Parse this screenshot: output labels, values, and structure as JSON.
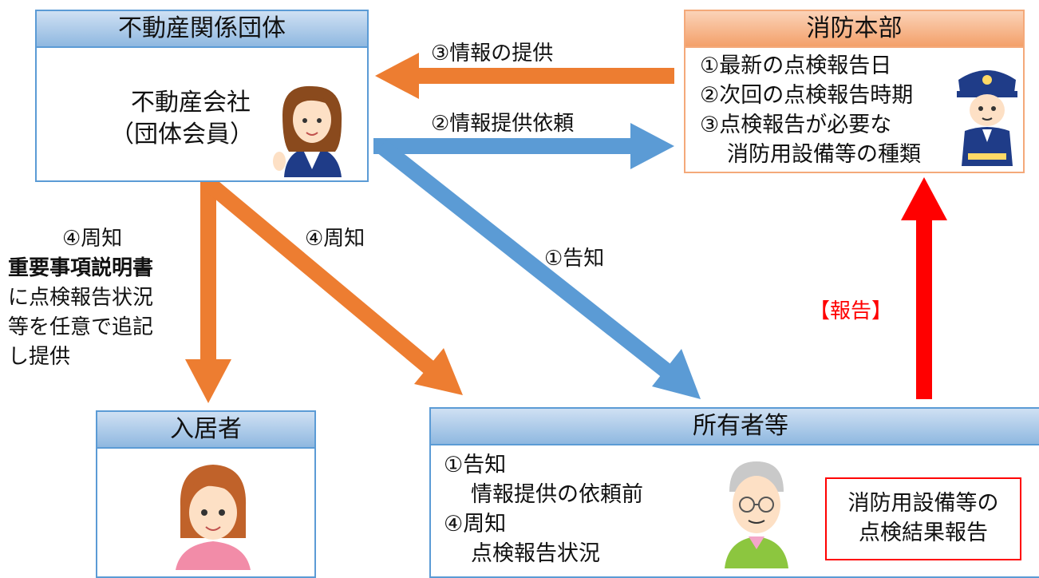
{
  "realestate": {
    "title": "不動産関係団体",
    "line1": "不動産会社",
    "line2": "（団体会員）"
  },
  "fire": {
    "title": "消防本部",
    "items": [
      "①最新の点検報告日",
      "②次回の点検報告時期",
      "③点検報告が必要な",
      "消防用設備等の種類"
    ]
  },
  "resident": {
    "title": "入居者"
  },
  "owner": {
    "title": "所有者等",
    "lines": [
      "①告知",
      "情報提供の依頼前",
      "④周知",
      "点検報告状況"
    ],
    "report_box": [
      "消防用設備等の",
      "点検結果報告"
    ]
  },
  "arrows": {
    "provide": "③情報の提供",
    "request": "②情報提供依頼",
    "notify_owner": "④周知",
    "announce": "①告知",
    "report": "【報告】",
    "resident_note": {
      "line1": "④周知",
      "line2": "重要事項説明書",
      "line3": "に点検報告状況",
      "line4": "等を任意で追記",
      "line5": "し提供"
    }
  },
  "colors": {
    "blue": "#5b9bd5",
    "orange": "#ed7d31",
    "red": "#ff0000"
  }
}
